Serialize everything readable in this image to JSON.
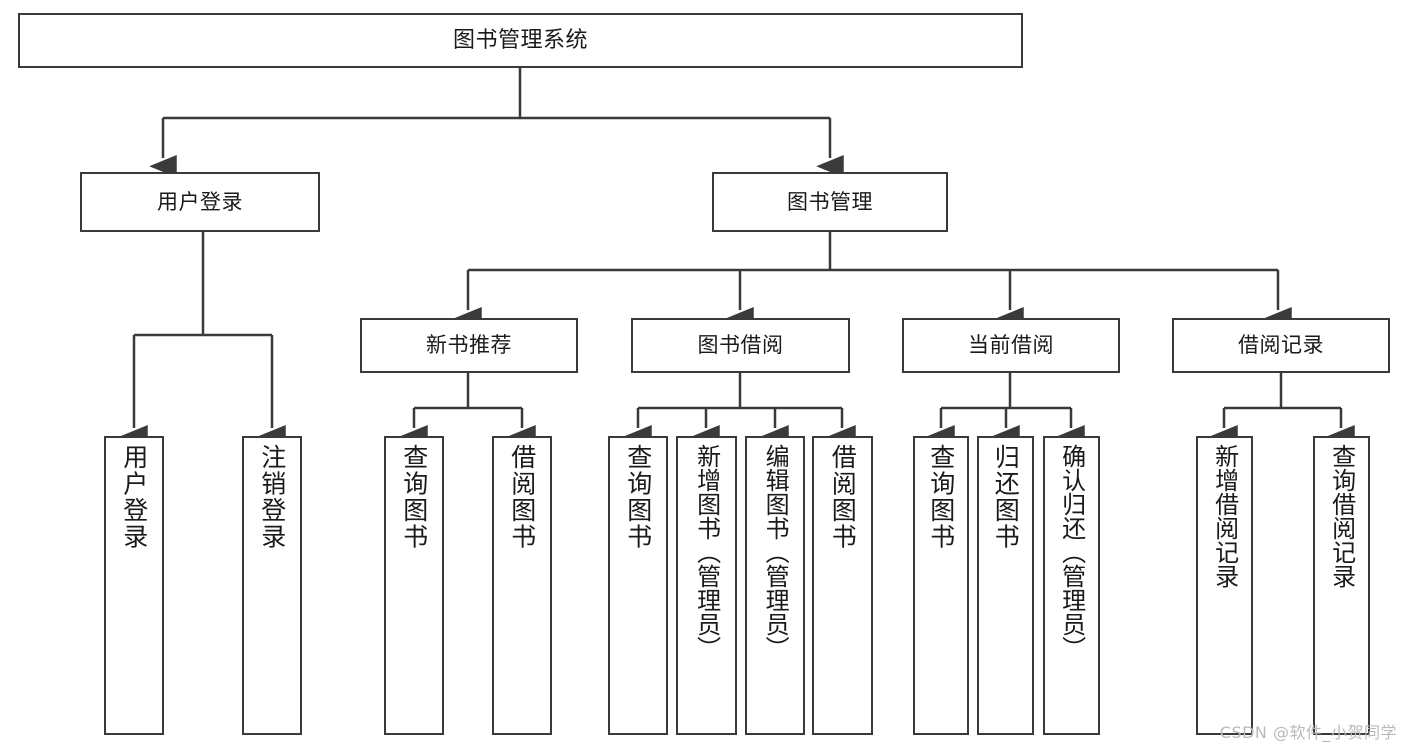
{
  "diagram": {
    "title": "图书管理系统",
    "watermark": "CSDN @软件_小贺同学",
    "root": {
      "label": "图书管理系统"
    },
    "level2": [
      {
        "label": "用户登录"
      },
      {
        "label": "图书管理"
      }
    ],
    "level3": [
      {
        "label": "新书推荐"
      },
      {
        "label": "图书借阅"
      },
      {
        "label": "当前借阅"
      },
      {
        "label": "借阅记录"
      }
    ],
    "leaves": {
      "user_login": [
        {
          "label": "用户登录"
        },
        {
          "label": "注销登录"
        }
      ],
      "new_book_recommend": [
        {
          "label": "查询图书"
        },
        {
          "label": "借阅图书"
        }
      ],
      "book_borrow": [
        {
          "label": "查询图书"
        },
        {
          "label": "新增图书（管理员）"
        },
        {
          "label": "编辑图书（管理员）"
        },
        {
          "label": "借阅图书"
        }
      ],
      "current_borrow": [
        {
          "label": "查询图书"
        },
        {
          "label": "归还图书"
        },
        {
          "label": "确认归还（管理员）"
        }
      ],
      "borrow_record": [
        {
          "label": "新增借阅记录"
        },
        {
          "label": "查询借阅记录"
        }
      ]
    },
    "colors": {
      "stroke": "#3a3a3a",
      "background": "#ffffff",
      "text": "#1a1a1a",
      "watermark": "#b9b9b9"
    }
  }
}
